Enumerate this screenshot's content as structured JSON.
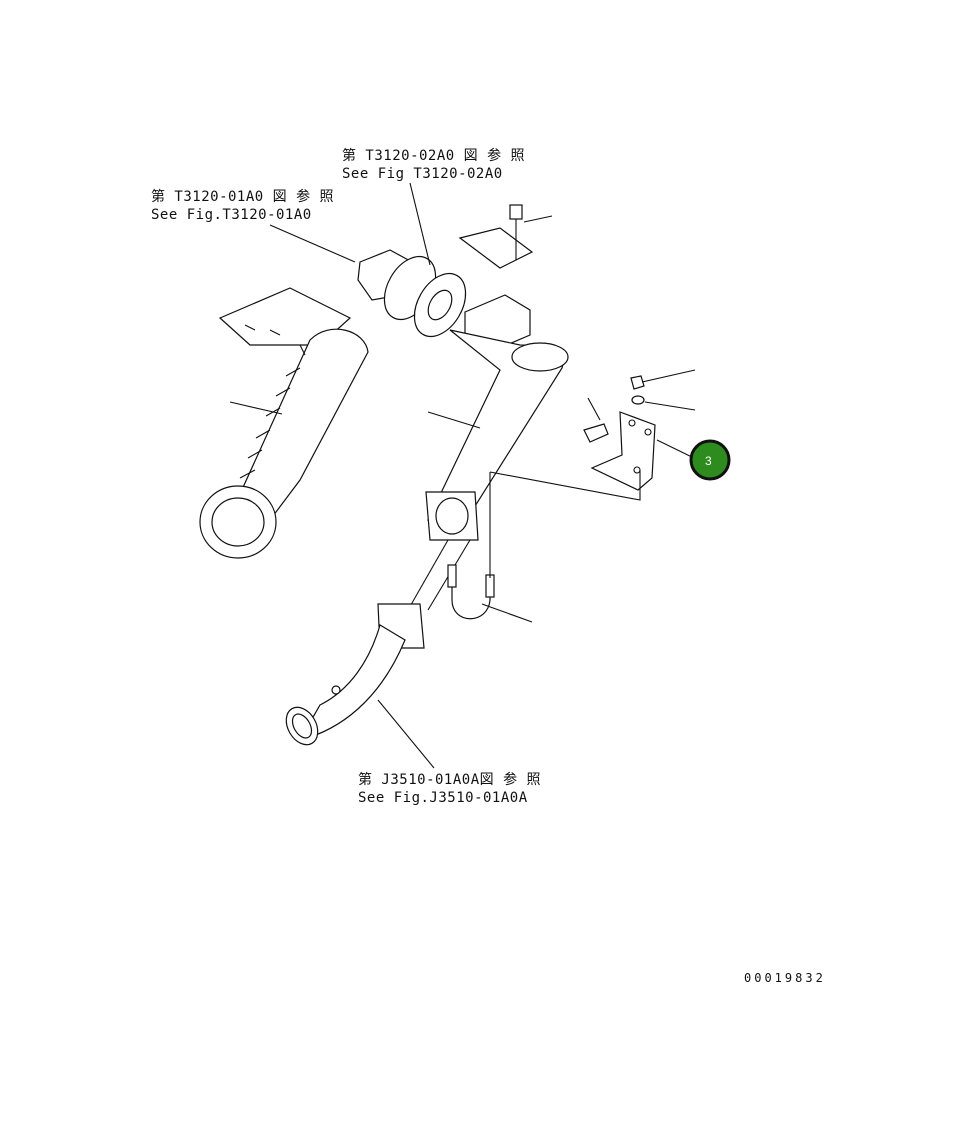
{
  "references": {
    "top_02": {
      "line1": "第 T3120-02A0 図 参 照",
      "line2": "See Fig T3120-02A0"
    },
    "top_01": {
      "line1": "第 T3120-01A0 図 参 照",
      "line2": "See Fig.T3120-01A0"
    },
    "bottom": {
      "line1": "第 J3510-01A0A図 参 照",
      "line2": "See Fig.J3510-01A0A"
    }
  },
  "callout": {
    "number": "3",
    "color": "#2e8b1e"
  },
  "drawing_number": "00019832"
}
